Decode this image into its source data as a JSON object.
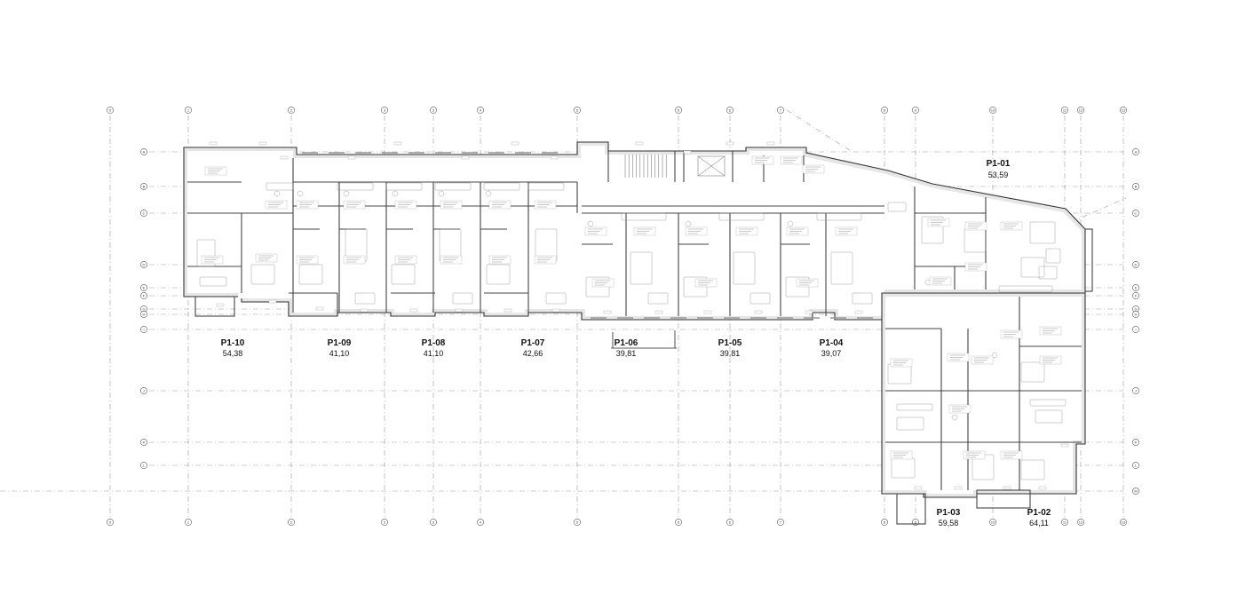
{
  "grid": {
    "columns": [
      "0",
      "1",
      "2",
      "3",
      "3",
      "4",
      "5",
      "6",
      "6",
      "7",
      "8",
      "9",
      "10",
      "11",
      "12",
      "13"
    ],
    "rows": [
      "A",
      "B",
      "C",
      "D",
      "E",
      "F",
      "G",
      "H",
      "I",
      "J",
      "K",
      "L",
      "M"
    ]
  },
  "units": [
    {
      "code": "P1-01",
      "area": "53,59"
    },
    {
      "code": "P1-02",
      "area": "64,11"
    },
    {
      "code": "P1-03",
      "area": "59,58"
    },
    {
      "code": "P1-04",
      "area": "39,07"
    },
    {
      "code": "P1-05",
      "area": "39,81"
    },
    {
      "code": "P1-06",
      "area": "39,81"
    },
    {
      "code": "P1-07",
      "area": "42,66"
    },
    {
      "code": "P1-08",
      "area": "41,10"
    },
    {
      "code": "P1-09",
      "area": "41,10"
    },
    {
      "code": "P1-10",
      "area": "54,38"
    }
  ]
}
